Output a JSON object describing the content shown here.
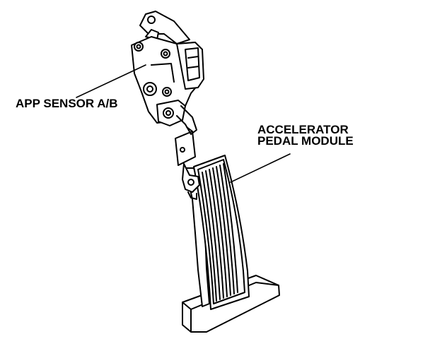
{
  "diagram": {
    "labels": {
      "sensor": "APP SENSOR A/B",
      "pedal_line1": "ACCELERATOR",
      "pedal_line2": "PEDAL MODULE"
    }
  }
}
